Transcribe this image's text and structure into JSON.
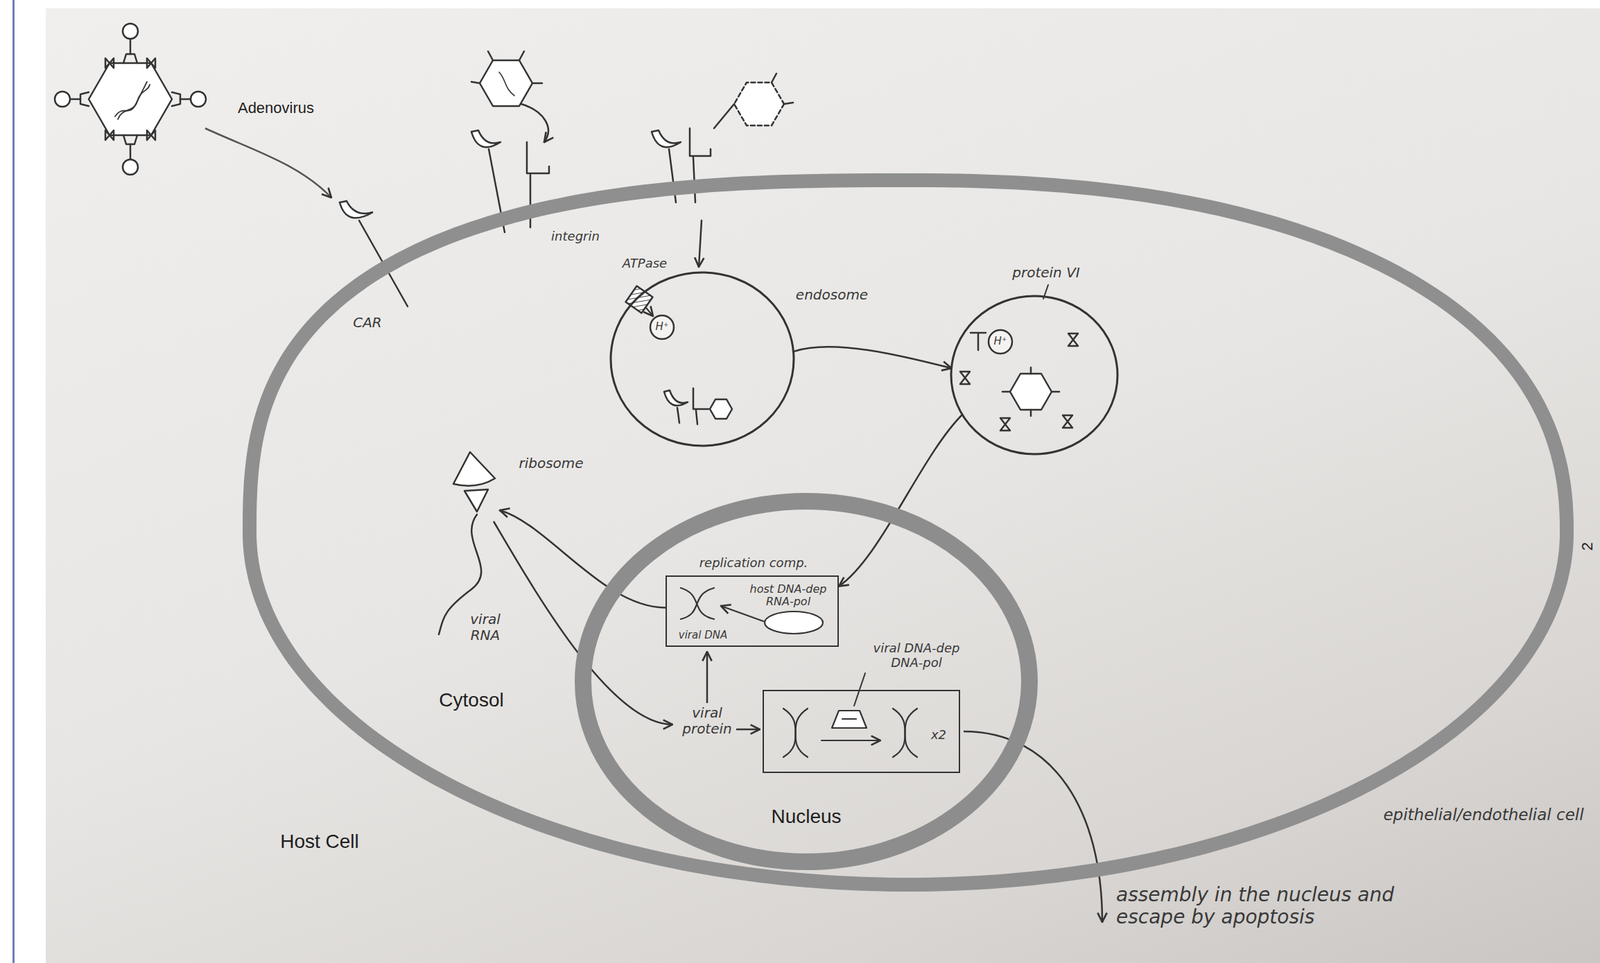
{
  "diagram": {
    "nodes": [
      {
        "text": [
          "Cytosol",
          "Host Cell"
        ]
      },
      {
        "text": [
          "endosome"
        ],
        "in": 0
      },
      {
        "text": [
          "protein VI"
        ],
        "in": 0
      },
      {
        "text": [
          "ribosome"
        ],
        "in": 0
      },
      {
        "text": [
          "Nucleus"
        ],
        "in": 0
      },
      {
        "text": [
          "replication comp.",
          "host DNA-dep RNA-pol",
          "viral DNA"
        ],
        "in": 4
      },
      {
        "text": [
          "viral DNA-dep DNA-pol",
          "x2"
        ],
        "in": 4
      }
    ],
    "edges": [
      {
        "from": 1,
        "to": 2,
        "arrow": "to"
      },
      {
        "from": 2,
        "to": 5,
        "arrow": "to"
      },
      {
        "from": 5,
        "to": 3,
        "arrow": "to"
      }
    ],
    "labels": [
      "Adenovirus",
      "CAR",
      "integrin",
      "ATPase",
      "H⁺",
      "H⁺",
      "viral RNA",
      "viral protein",
      "epithelial/endothelial cell",
      "assembly in the nucleus and escape by apoptosis",
      "2"
    ]
  }
}
